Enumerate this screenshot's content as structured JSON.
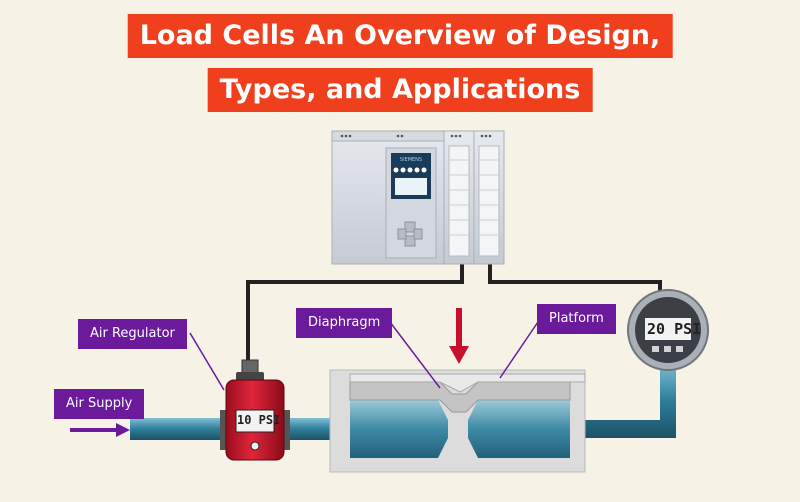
{
  "title": {
    "line1": "Load Cells An Overview of Design,",
    "line2": "Types, and Applications"
  },
  "labels": {
    "air_regulator": "Air Regulator",
    "air_supply": "Air Supply",
    "diaphragm": "Diaphragm",
    "platform": "Platform"
  },
  "regulator_display": "10 PSI",
  "gauge_display": "20 PSI",
  "plc_brand": "SIEMENS",
  "colors": {
    "title_bg": "#ef3f1c",
    "label_bg": "#6a1a9a",
    "arrow_red": "#c8102e",
    "pipe_blue": "#2f7e9a"
  }
}
